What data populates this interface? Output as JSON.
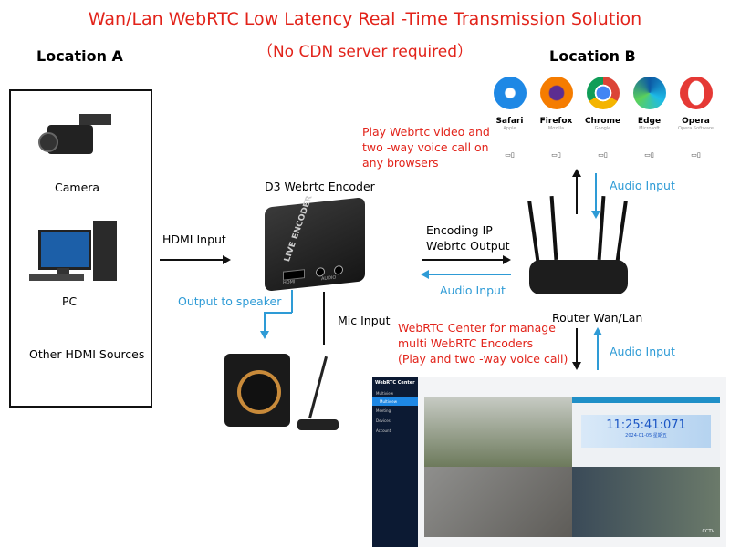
{
  "title": "Wan/Lan WebRTC Low Latency Real -Time Transmission Solution",
  "subtitle": "（No CDN server required）",
  "location_a": {
    "label": "Location A",
    "sources": [
      "Camera",
      "PC",
      "Other HDMI Sources"
    ]
  },
  "location_b": {
    "label": "Location B"
  },
  "hdmi_input": "HDMI Input",
  "encoder": {
    "label": "D3 Webrtc Encoder",
    "device_text": "LIVE ENCODER",
    "port_hdmi": "HDMI",
    "port_audio": "AUDIO"
  },
  "output_to_speaker": "Output to speaker",
  "mic_input": "Mic Input",
  "encoding_output": [
    "Encoding IP",
    "Webrtc Output"
  ],
  "audio_input_labels": [
    "Audio Input",
    "Audio Input",
    "Audio Input"
  ],
  "router": {
    "label": "Router Wan/Lan"
  },
  "browsers": [
    {
      "name": "Safari",
      "vendor": "Apple",
      "color": "#1e88e5"
    },
    {
      "name": "Firefox",
      "vendor": "Mozilla",
      "color": "#f57c00"
    },
    {
      "name": "Chrome",
      "vendor": "Google",
      "color": "#43a047"
    },
    {
      "name": "Edge",
      "vendor": "Microsoft",
      "color": "#1976d2"
    },
    {
      "name": "Opera",
      "vendor": "Opera Software",
      "color": "#e53935"
    }
  ],
  "browser_note": [
    "Play Webrtc video and",
    "two -way voice call on",
    "any browsers"
  ],
  "center_note": [
    "WebRTC Center for manage",
    "multi WebRTC Encoders",
    "(Play and two -way voice call)"
  ],
  "center": {
    "app_title": "WebRTC Center",
    "menu": [
      "Multiview",
      "Multiview",
      "Meeting",
      "Devices",
      "Account"
    ],
    "clock": "11:25:41:071",
    "date": "2024-01-05 星期五",
    "channel": "CCTV"
  },
  "colors": {
    "red": "#e2231a",
    "blue": "#2e9bd6"
  }
}
